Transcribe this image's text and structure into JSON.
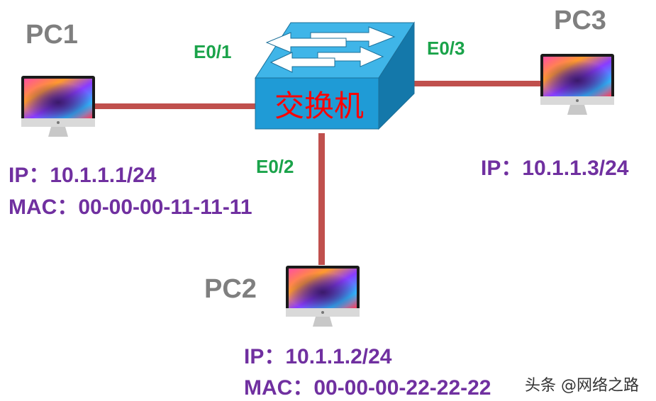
{
  "nodes": {
    "pc1": {
      "name": "PC1",
      "ip": "IP：10.1.1.1/24",
      "mac": "MAC：00-00-00-11-11-11"
    },
    "pc2": {
      "name": "PC2",
      "ip": "IP：10.1.1.2/24",
      "mac": "MAC：00-00-00-22-22-22"
    },
    "pc3": {
      "name": "PC3",
      "ip": "IP：10.1.1.3/24"
    },
    "switch": {
      "label": "交换机"
    }
  },
  "ports": {
    "e01": "E0/1",
    "e02": "E0/2",
    "e03": "E0/3"
  },
  "watermark": "头条 @网络之路",
  "colors": {
    "link": "#c0504d",
    "port_label": "#1aa34a",
    "info_text": "#7030a0",
    "pc_name": "#7f7f7f",
    "switch_front": "#1f9bd6",
    "switch_top": "#3fb5e8",
    "switch_label": "#ff0000"
  },
  "icons": {
    "pc": "imac-monitor-icon",
    "switch": "switch-arrows-icon"
  }
}
